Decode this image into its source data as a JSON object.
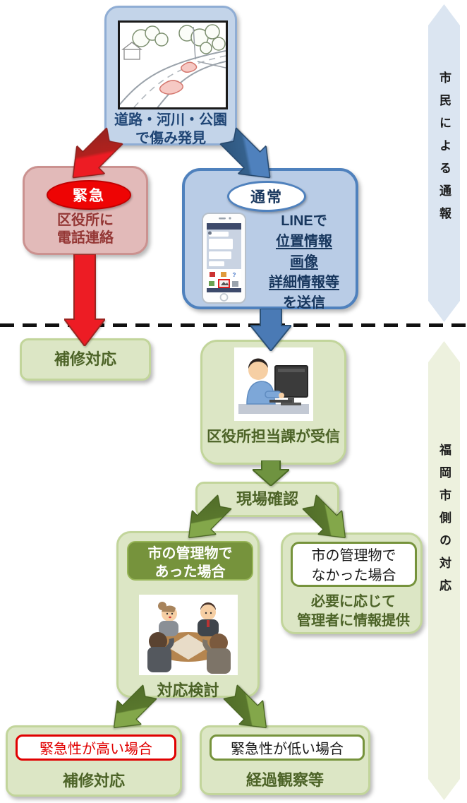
{
  "banners": {
    "citizen_report": "市民による通報",
    "city_response": "福岡市側の対応"
  },
  "discovery": {
    "line1": "道路・河川・公園",
    "line2": "で傷み発見"
  },
  "emergency": {
    "badge": "緊急",
    "line1": "区役所に",
    "line2": "電話連絡"
  },
  "normal": {
    "badge": "通常",
    "prefix": "LINEで",
    "items": [
      "位置情報",
      "画像",
      "詳細情報等"
    ],
    "suffix": "を送信"
  },
  "repair_top": {
    "label": "補修対応"
  },
  "receive": {
    "label": "区役所担当課が受信"
  },
  "site_check": {
    "label": "現場確認"
  },
  "managed": {
    "header1": "市の管理物で",
    "header2": "あった場合",
    "label": "対応検討"
  },
  "not_managed": {
    "header1": "市の管理物で",
    "header2": "なかった場合",
    "note1": "必要に応じて",
    "note2": "管理者に情報提供"
  },
  "high_urgency": {
    "condition": "緊急性が高い場合",
    "action": "補修対応"
  },
  "low_urgency": {
    "condition": "緊急性が低い場合",
    "action": "経過観察等"
  },
  "icons": {
    "road_image": "road-damage-illustration",
    "phone_image": "smartphone-line-app-illustration",
    "staff_image": "staff-receiving-at-pc-illustration",
    "meeting_image": "meeting-discussion-illustration"
  },
  "colors": {
    "blue_box_fill": "#c3d4e9",
    "blue_box_border": "#4f81bd",
    "pink_box_fill": "#e2bab9",
    "red_accent": "#ee0404",
    "maroon_text": "#943735",
    "navy_text": "#1f4575",
    "green_box_fill": "#dce6c5",
    "green_box_border": "#c2d59b",
    "green_text": "#4c6327",
    "olive_header": "#76933c",
    "banner_blue": "#dbe5f1",
    "banner_green": "#edf1de",
    "arrow_red": "#ed1c24",
    "arrow_blue": "#4a7ab5",
    "arrow_green": "#6f9340"
  }
}
